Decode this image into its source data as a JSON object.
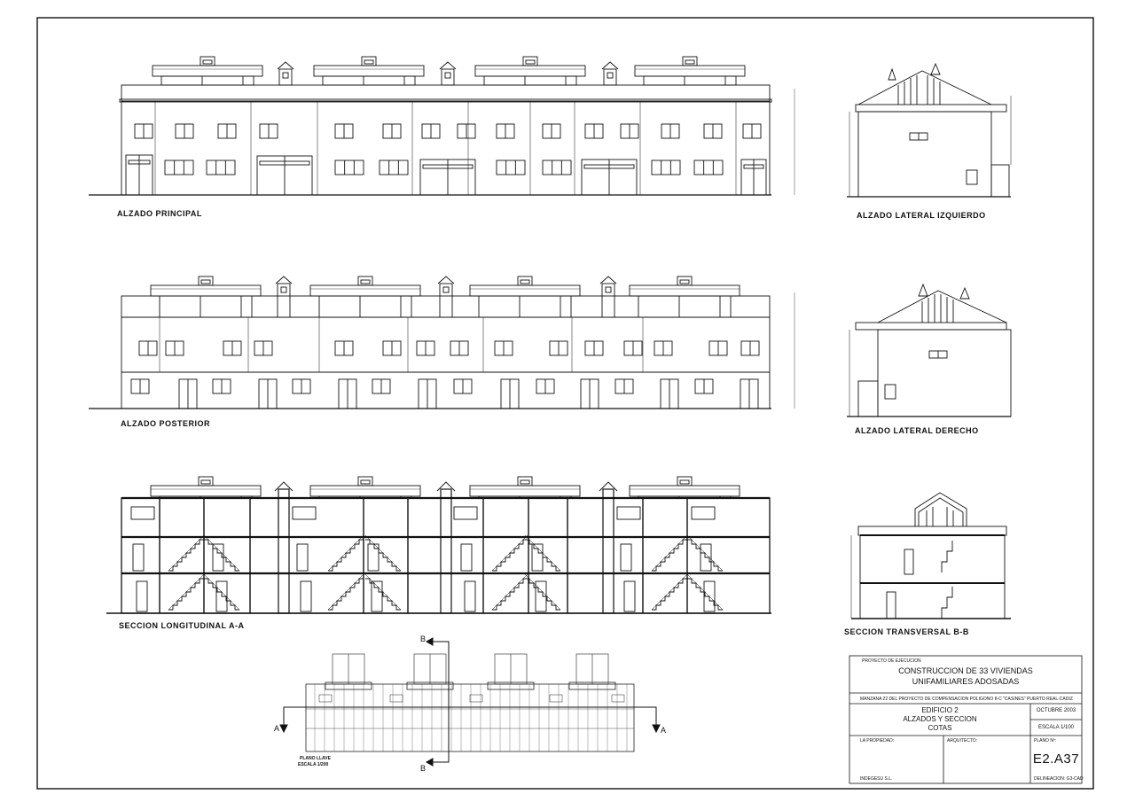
{
  "views": {
    "alzado_principal": "ALZADO PRINCIPAL",
    "alzado_lateral_izquierdo": "ALZADO LATERAL IZQUIERDO",
    "alzado_posterior": "ALZADO POSTERIOR",
    "alzado_lateral_derecho": "ALZADO LATERAL DERECHO",
    "seccion_longitudinal": "SECCION LONGITUDINAL A-A",
    "seccion_transversal": "SECCION TRANSVERSAL B-B"
  },
  "key_plan": {
    "title": "PLANO LLAVE",
    "scale": "ESCALA 1/200",
    "marker_a": "A",
    "marker_b": "B"
  },
  "title_block": {
    "project_phase": "PROYECTO DE EJECUCION",
    "project_title_line1": "CONSTRUCCION DE 33 VIVIENDAS",
    "project_title_line2": "UNIFAMILIARES ADOSADAS",
    "location": "MANZANA 22 DEL PROYECTO DE COMPENSACION POLIGONO 8-C \"CASINES\"   PUERTO REAL-CADIZ",
    "sheet_line1": "EDIFICIO 2",
    "sheet_line2": "ALZADOS Y SECCION",
    "sheet_line3": "COTAS",
    "date": "OCTUBRE 2003",
    "scale": "ESCALA 1/100",
    "owner_label": "LA PROPIEDAD:",
    "architect_label": "ARQUITECTO:",
    "plan_no_label": "PLANO Nº:",
    "plan_code": "E2.A37",
    "owner_name": "INDEGESU S.L.",
    "delineation": "DELINEACION: G3-CAD"
  }
}
